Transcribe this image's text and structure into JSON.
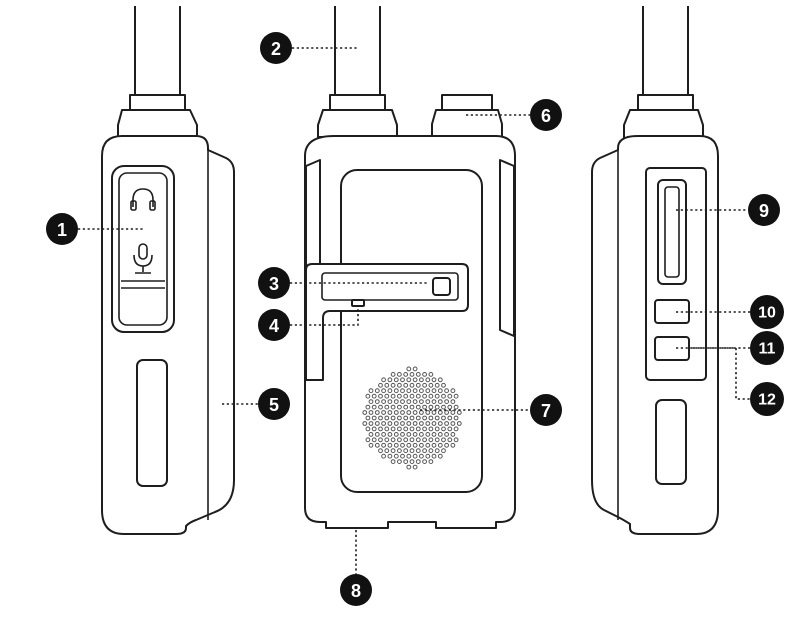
{
  "colors": {
    "line": "#1e1e1e",
    "callout_fill": "#111111",
    "callout_text": "#ffffff",
    "background": "#ffffff"
  },
  "views": [
    "left-side-view",
    "front-view",
    "right-side-view"
  ],
  "icons": [
    "headphone-icon",
    "microphone-icon"
  ],
  "callouts": [
    "1",
    "2",
    "3",
    "4",
    "5",
    "6",
    "7",
    "8",
    "9",
    "10",
    "11",
    "12"
  ]
}
